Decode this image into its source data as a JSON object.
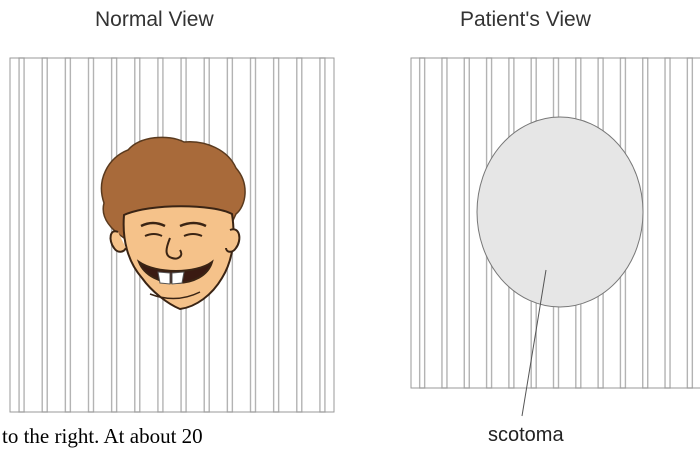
{
  "normal_view": {
    "title": "Normal View",
    "face_icon": "cartoon-face-icon"
  },
  "patient_view": {
    "title": "Patient's View",
    "scotoma_label": "scotoma"
  },
  "caption": "to the right. At about 20",
  "colors": {
    "bar_fill": "#ffffff",
    "bar_edge": "#b3b3b3",
    "frame": "#9a9a9a",
    "scotoma_fill": "#e6e6e6",
    "hair": "#a86a3a",
    "skin": "#f5c28a"
  }
}
